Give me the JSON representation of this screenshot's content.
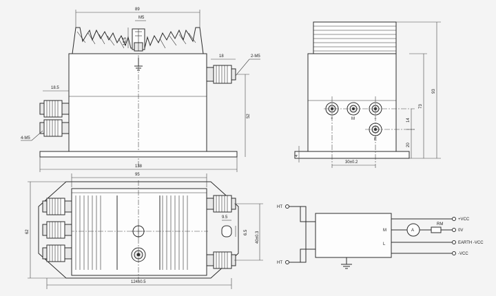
{
  "dimensions": {
    "top_heatsink_width": "89",
    "top_bolt": "M5",
    "top_height": "16.5",
    "side_conn_offset": "18",
    "side_conn_label": "2-M5",
    "left_conn_offset": "18.5",
    "left_conn_label": "4-M5",
    "front_height": "52",
    "front_base_width": "138",
    "side_height_1": "73",
    "side_height_2": "93",
    "side_spacing_1": "14",
    "side_spacing_2": "20",
    "side_base_thickness": "4",
    "side_terminal_pitch": "30±0.2",
    "plan_top_width": "95",
    "plan_depth": "62",
    "plan_slot_1": "9.5",
    "plan_slot_2": "6.5",
    "plan_hole_spacing": "40±0.3",
    "plan_bottom_width": "124±0.5"
  },
  "terminals": {
    "plus": "+",
    "minus": "−",
    "m": "M",
    "e": "E"
  },
  "wiring": {
    "ht_top": "HT",
    "ht_bottom": "HT",
    "m_label": "M",
    "l_label": "L",
    "ammeter": "A",
    "resistor": "RM",
    "out_vcc_pos": "+VCC",
    "out_0v": "0V",
    "out_earth": "EARTH -VCC",
    "out_vcc_neg": "-VCC"
  }
}
